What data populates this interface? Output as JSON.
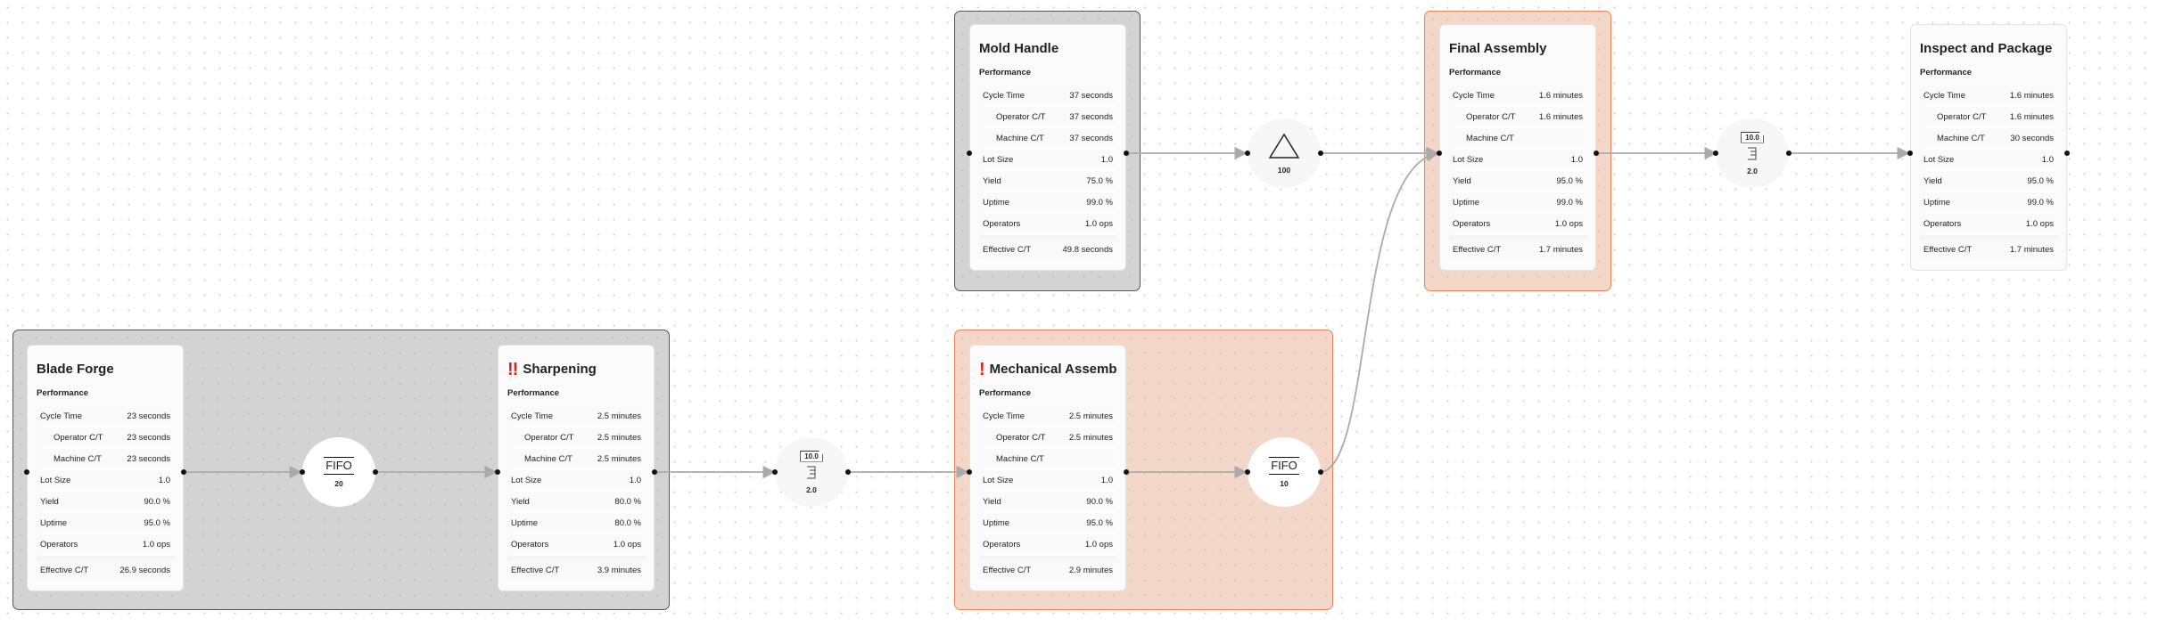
{
  "colors": {
    "group_gray": "#d3d3d3",
    "group_orange": "#f3d7c9",
    "group_orange_border": "#e8845a",
    "alert": "#d9281c",
    "edge": "#aaaaaa"
  },
  "processes": [
    {
      "id": "blade",
      "title": "Blade Forge",
      "alert": "",
      "section": "Performance",
      "rows": [
        [
          "Cycle Time",
          "23 seconds"
        ],
        [
          "Operator C/T",
          "23 seconds"
        ],
        [
          "Machine C/T",
          "23 seconds"
        ],
        [
          "Lot Size",
          "1.0"
        ],
        [
          "Yield",
          "90.0 %"
        ],
        [
          "Uptime",
          "95.0 %"
        ],
        [
          "Operators",
          "1.0 ops"
        ],
        [
          "Effective C/T",
          "26.9 seconds"
        ]
      ]
    },
    {
      "id": "sharp",
      "title": "Sharpening",
      "alert": "!!",
      "section": "Performance",
      "rows": [
        [
          "Cycle Time",
          "2.5 minutes"
        ],
        [
          "Operator C/T",
          "2.5 minutes"
        ],
        [
          "Machine C/T",
          "2.5 minutes"
        ],
        [
          "Lot Size",
          "1.0"
        ],
        [
          "Yield",
          "80.0 %"
        ],
        [
          "Uptime",
          "80.0 %"
        ],
        [
          "Operators",
          "1.0 ops"
        ],
        [
          "Effective C/T",
          "3.9 minutes"
        ]
      ]
    },
    {
      "id": "mech",
      "title": "Mechanical Assembly",
      "alert": "!",
      "section": "Performance",
      "rows": [
        [
          "Cycle Time",
          "2.5 minutes"
        ],
        [
          "Operator C/T",
          "2.5 minutes"
        ],
        [
          "Machine C/T",
          ""
        ],
        [
          "Lot Size",
          "1.0"
        ],
        [
          "Yield",
          "90.0 %"
        ],
        [
          "Uptime",
          "95.0 %"
        ],
        [
          "Operators",
          "1.0 ops"
        ],
        [
          "Effective C/T",
          "2.9 minutes"
        ]
      ]
    },
    {
      "id": "mold",
      "title": "Mold Handle",
      "alert": "",
      "section": "Performance",
      "rows": [
        [
          "Cycle Time",
          "37 seconds"
        ],
        [
          "Operator C/T",
          "37 seconds"
        ],
        [
          "Machine C/T",
          "37 seconds"
        ],
        [
          "Lot Size",
          "1.0"
        ],
        [
          "Yield",
          "75.0 %"
        ],
        [
          "Uptime",
          "99.0 %"
        ],
        [
          "Operators",
          "1.0 ops"
        ],
        [
          "Effective C/T",
          "49.8 seconds"
        ]
      ]
    },
    {
      "id": "final",
      "title": "Final Assembly",
      "alert": "",
      "section": "Performance",
      "rows": [
        [
          "Cycle Time",
          "1.6 minutes"
        ],
        [
          "Operator C/T",
          "1.6 minutes"
        ],
        [
          "Machine C/T",
          ""
        ],
        [
          "Lot Size",
          "1.0"
        ],
        [
          "Yield",
          "95.0 %"
        ],
        [
          "Uptime",
          "99.0 %"
        ],
        [
          "Operators",
          "1.0 ops"
        ],
        [
          "Effective C/T",
          "1.7 minutes"
        ]
      ]
    },
    {
      "id": "inspect",
      "title": "Inspect and Package",
      "alert": "",
      "section": "Performance",
      "rows": [
        [
          "Cycle Time",
          "1.6 minutes"
        ],
        [
          "Operator C/T",
          "1.6 minutes"
        ],
        [
          "Machine C/T",
          "30 seconds"
        ],
        [
          "Lot Size",
          "1.0"
        ],
        [
          "Yield",
          "95.0 %"
        ],
        [
          "Uptime",
          "99.0 %"
        ],
        [
          "Operators",
          "1.0 ops"
        ],
        [
          "Effective C/T",
          "1.7 minutes"
        ]
      ]
    }
  ],
  "inventories": [
    {
      "id": "fifo1",
      "type": "fifo",
      "label": "FIFO",
      "quantity": "20"
    },
    {
      "id": "kanban1",
      "type": "supermarket",
      "box": "10.0",
      "quantity": "2.0"
    },
    {
      "id": "fifo2",
      "type": "fifo",
      "label": "FIFO",
      "quantity": "10"
    },
    {
      "id": "tri",
      "type": "inventory-triangle",
      "quantity": "100"
    },
    {
      "id": "kanban2",
      "type": "supermarket",
      "box": "10.0",
      "quantity": "2.0"
    }
  ]
}
